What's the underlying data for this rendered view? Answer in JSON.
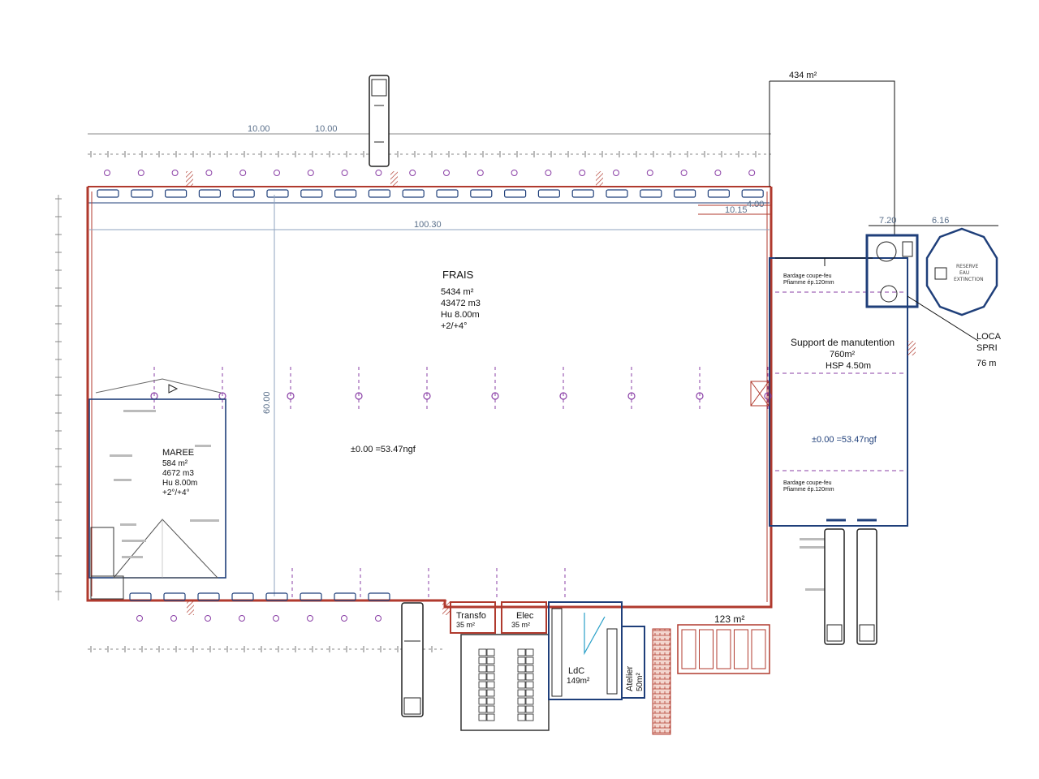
{
  "rooms": {
    "frais": {
      "name": "FRAIS",
      "area": "5434 m²",
      "volume": "43472 m3",
      "height": "Hu 8.00m",
      "temp": "+2/+4°"
    },
    "maree": {
      "name": "MAREE",
      "area": "584 m²",
      "volume": "4672 m3",
      "height": "Hu 8.00m",
      "temp": "+2°/+4°"
    },
    "support": {
      "name": "Support de manutention",
      "area": "760m²",
      "height": "HSP 4.50m"
    },
    "transfo": {
      "name": "Transfo",
      "area": "35 m²"
    },
    "elec": {
      "name": "Elec",
      "area": "35 m²"
    },
    "ldc": {
      "name": "LdC",
      "area": "149m²"
    },
    "atelier": {
      "name": "Atelier",
      "area": "50m²"
    },
    "local_sprinkler": {
      "line1": "LOCA",
      "line2": "SPRI",
      "line3": "76 m"
    }
  },
  "areas": {
    "top_right": "434 m²",
    "bottom_right": "123 m²"
  },
  "levels": {
    "main": "±0.00 =53.47ngf",
    "support": "±0.00 =53.47ngf"
  },
  "dimensions": {
    "top_10a": "10.00",
    "top_10b": "10.00",
    "length": "100.30",
    "width": "60.00",
    "d_400": "4.00",
    "d_1015": "10.15",
    "d_720": "7.20",
    "d_616": "6.16"
  },
  "notes": {
    "bardage_top_1": "Bardage coupe-feu",
    "bardage_top_2": "Pfiamme ép.120mm",
    "bardage_bot_1": "Bardage coupe-feu",
    "bardage_bot_2": "Pfiamme ép.120mm",
    "reserve_1": "RESERVE",
    "reserve_2": "EAU",
    "reserve_3": "EXTINCTION"
  }
}
